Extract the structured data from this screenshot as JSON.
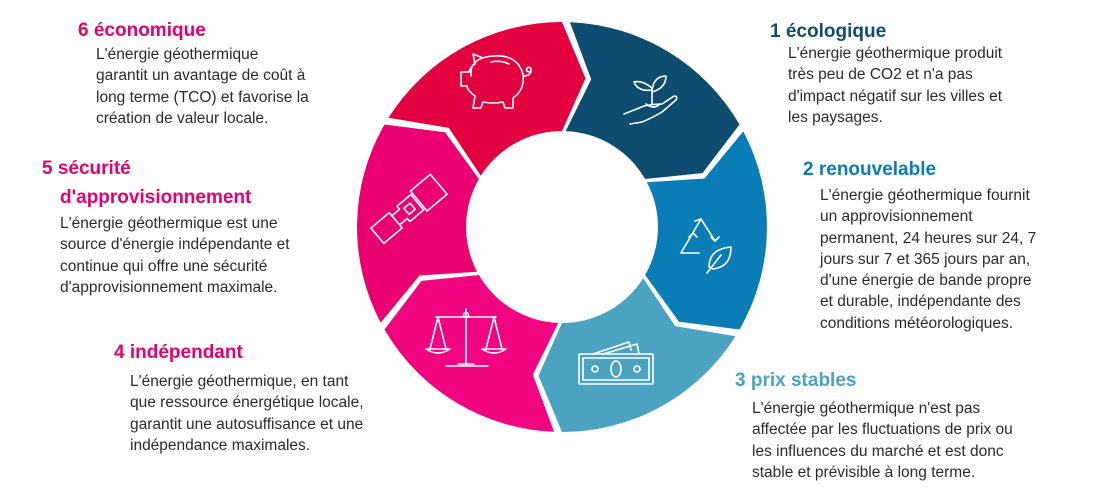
{
  "colors": {
    "ecologique": "#0e4d70",
    "renouvelable": "#0a7db6",
    "prix": "#4ba2c1",
    "independant": "#f0047f",
    "securite": "#ea0070",
    "economique": "#e2003f",
    "heading_pink": "#e6006e",
    "heading_navy": "#0e4d70",
    "heading_blue": "#0a7db6",
    "heading_light": "#4ba2c1"
  },
  "items": [
    {
      "num": "1",
      "title": "écologique",
      "icon": "plant-in-hand-icon",
      "lines": [
        "L'énergie géothermique produit",
        "très peu de CO2 et n'a pas",
        "d'impact négatif sur les villes et",
        "les paysages."
      ]
    },
    {
      "num": "2",
      "title": "renouvelable",
      "icon": "recycle-leaf-icon",
      "lines": [
        "L'énergie géothermique fournit",
        "un approvisionnement",
        "permanent, 24 heures sur 24, 7",
        "jours sur 7 et 365 jours par an,",
        "d'une énergie de bande propre",
        "et durable, indépendante des",
        "conditions météorologiques."
      ]
    },
    {
      "num": "3",
      "title": "prix stables",
      "icon": "banknotes-icon",
      "lines": [
        "L'énergie géothermique n'est pas",
        "affectée par les fluctuations de prix ou",
        "les influences du marché et est donc",
        "stable et prévisible à long terme."
      ]
    },
    {
      "num": "4",
      "title": "indépendant",
      "icon": "balance-scale-icon",
      "lines": [
        "L'énergie géothermique, en tant",
        "que ressource énergétique locale,",
        "garantit une autosuffisance et une",
        "indépendance maximales."
      ]
    },
    {
      "num": "5",
      "title": "sécurité",
      "title2": "d'approvisionnement",
      "icon": "seatbelt-icon",
      "lines": [
        "L'énergie géothermique est une",
        "source d'énergie indépendante et",
        "continue qui offre une sécurité",
        "d'approvisionnement maximale."
      ]
    },
    {
      "num": "6",
      "title": "économique",
      "icon": "piggy-bank-icon",
      "lines": [
        "L'énergie géothermique",
        "garantit un avantage de coût à",
        "long terme (TCO) et favorise la",
        "création de valeur locale."
      ]
    }
  ]
}
